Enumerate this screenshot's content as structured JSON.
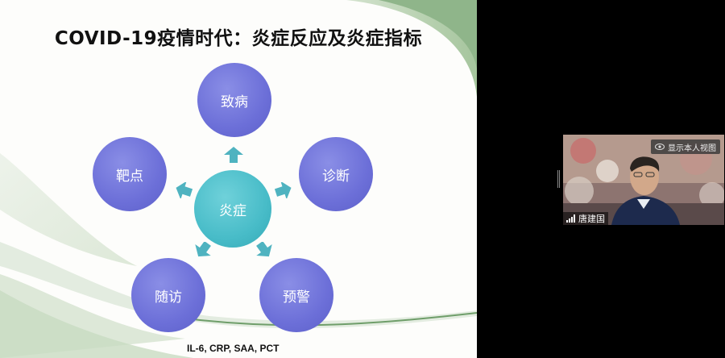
{
  "slide": {
    "title": "COVID-19疫情时代：炎症反应及炎症指标",
    "center_node": "炎症",
    "nodes": {
      "top": "致病",
      "right": "诊断",
      "bottom_right": "预警",
      "bottom_left": "随访",
      "left": "靶点"
    },
    "footnote": "IL-6, CRP, SAA, PCT",
    "colors": {
      "outer_node": "#6c6fd8",
      "center_node": "#48bcc8",
      "arrow": "#4fb3c0",
      "decor_green": "#8fb58a"
    }
  },
  "video": {
    "show_self_label": "显示本人视图",
    "participant_name": "唐建国",
    "icons": [
      "eye-icon",
      "signal-icon"
    ]
  }
}
